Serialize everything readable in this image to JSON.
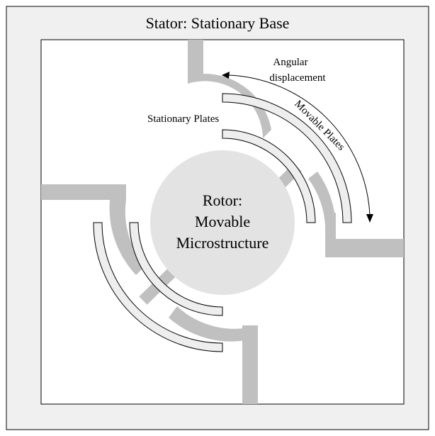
{
  "diagram": {
    "title": "Stator: Stationary Base",
    "rotor_label_line1": "Rotor:",
    "rotor_label_line2": "Movable",
    "rotor_label_line3": "Microstructure",
    "stationary_plates_label": "Stationary Plates",
    "movable_plates_label": "Movable Plates",
    "angular_label_line1": "Angular",
    "angular_label_line2": "displacement"
  },
  "colors": {
    "stator_fill": "#f0f0f0",
    "inner_field": "#ffffff",
    "stationary_plate": "#c0c0c0",
    "rotor": "#e3e3e3",
    "movable_plate": "#eeeeee",
    "outline": "#000000"
  },
  "icons": [
    "arrow-head-icon"
  ]
}
